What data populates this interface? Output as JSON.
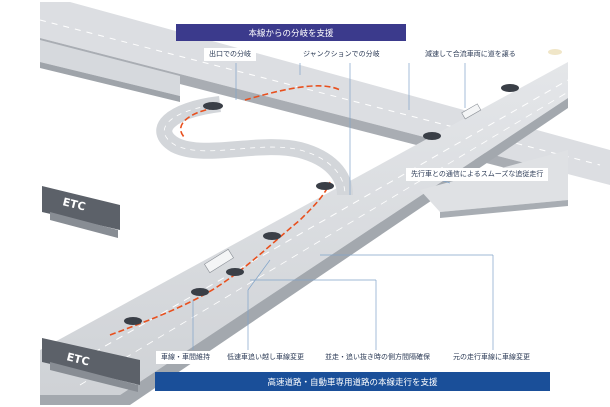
{
  "top_banner": "本線からの分岐を支援",
  "bottom_banner": "高速道路・自動車専用道路の本線走行を支援",
  "labels": {
    "exit_branch": "出口での分岐",
    "junction_branch": "ジャンクションでの分岐",
    "slow_for_merge": "減速して合流車両に道を譲る",
    "comm_follow": "先行車との通信によるスムーズな追従走行",
    "lane_keep": "車線・車間維持",
    "overtake_slow": "低速車追い越し車線変更",
    "side_gap": "並走・追い抜き時の側方間隔確保",
    "return_lane": "元の走行車線に車線変更"
  },
  "etc_signs": [
    "ETC",
    "ETC"
  ],
  "colors": {
    "top_banner": "#3b3a8c",
    "bottom_banner": "#1a4f99",
    "trajectory": "#e8501e",
    "road": "#d9dbde",
    "leader_line": "#7fa3c9"
  }
}
